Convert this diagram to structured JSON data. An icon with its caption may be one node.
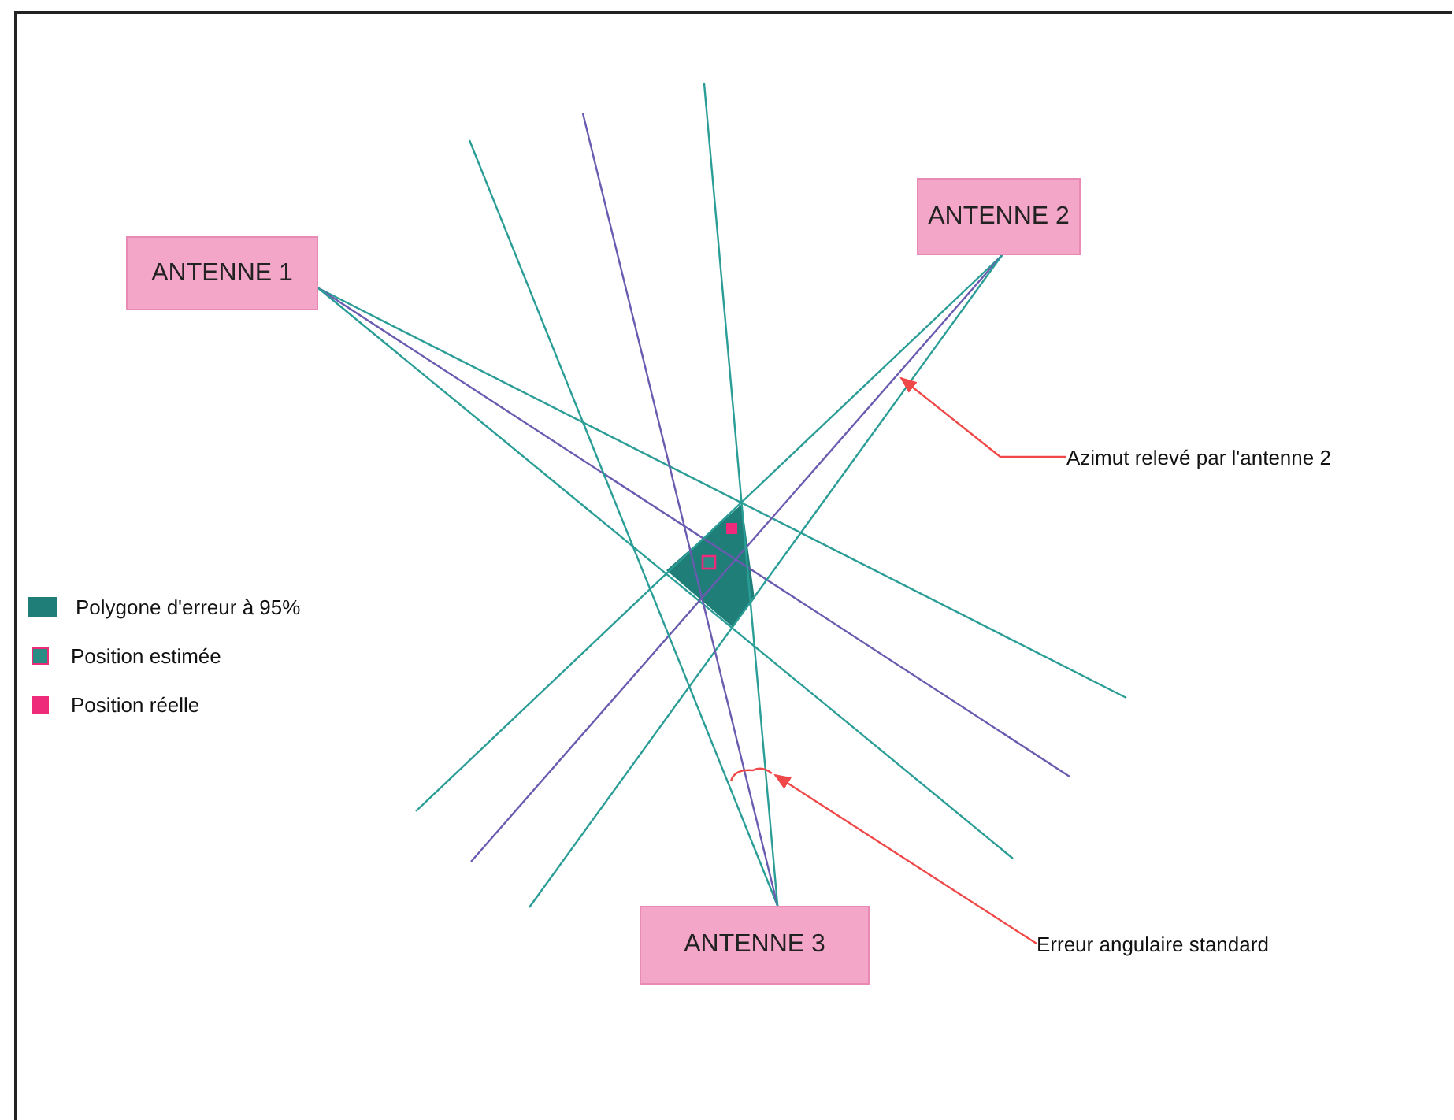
{
  "diagram": {
    "nodes": [
      {
        "text": [
          "ANTENNE 1"
        ]
      },
      {
        "text": [
          "ANTENNE 2"
        ]
      },
      {
        "text": [
          "Azimut relevé par l'antenne 2"
        ]
      },
      {
        "text": [
          "ANTENNE 3"
        ]
      },
      {
        "text": [
          "Erreur angulaire standard"
        ]
      }
    ],
    "edges": [
      {
        "from": 0,
        "to": null,
        "arrow": "none"
      },
      {
        "from": 0,
        "to": null,
        "arrow": "none",
        "color": "#6b5bb0"
      },
      {
        "from": 0,
        "to": null,
        "arrow": "none"
      },
      {
        "from": 1,
        "to": null,
        "arrow": "none"
      },
      {
        "from": 1,
        "to": null,
        "arrow": "none",
        "color": "#6b5bb0"
      },
      {
        "from": 1,
        "to": null,
        "arrow": "none"
      },
      {
        "from": 3,
        "to": null,
        "arrow": "none"
      },
      {
        "from": 3,
        "to": null,
        "arrow": "none",
        "color": "#6b5bb0"
      },
      {
        "from": 3,
        "to": null,
        "arrow": "none"
      },
      {
        "from": 2,
        "to": null,
        "arrow": "to",
        "color": "#f04848"
      },
      {
        "from": 4,
        "to": null,
        "arrow": "to",
        "color": "#f04848"
      }
    ],
    "legend": [
      {
        "text": "Polygone d'erreur à 95%",
        "color": "#1f7f78"
      },
      {
        "text": "Position estimée",
        "color": "#2a8a84"
      },
      {
        "text": "Position réelle",
        "color": "#ee2a7b"
      }
    ]
  }
}
